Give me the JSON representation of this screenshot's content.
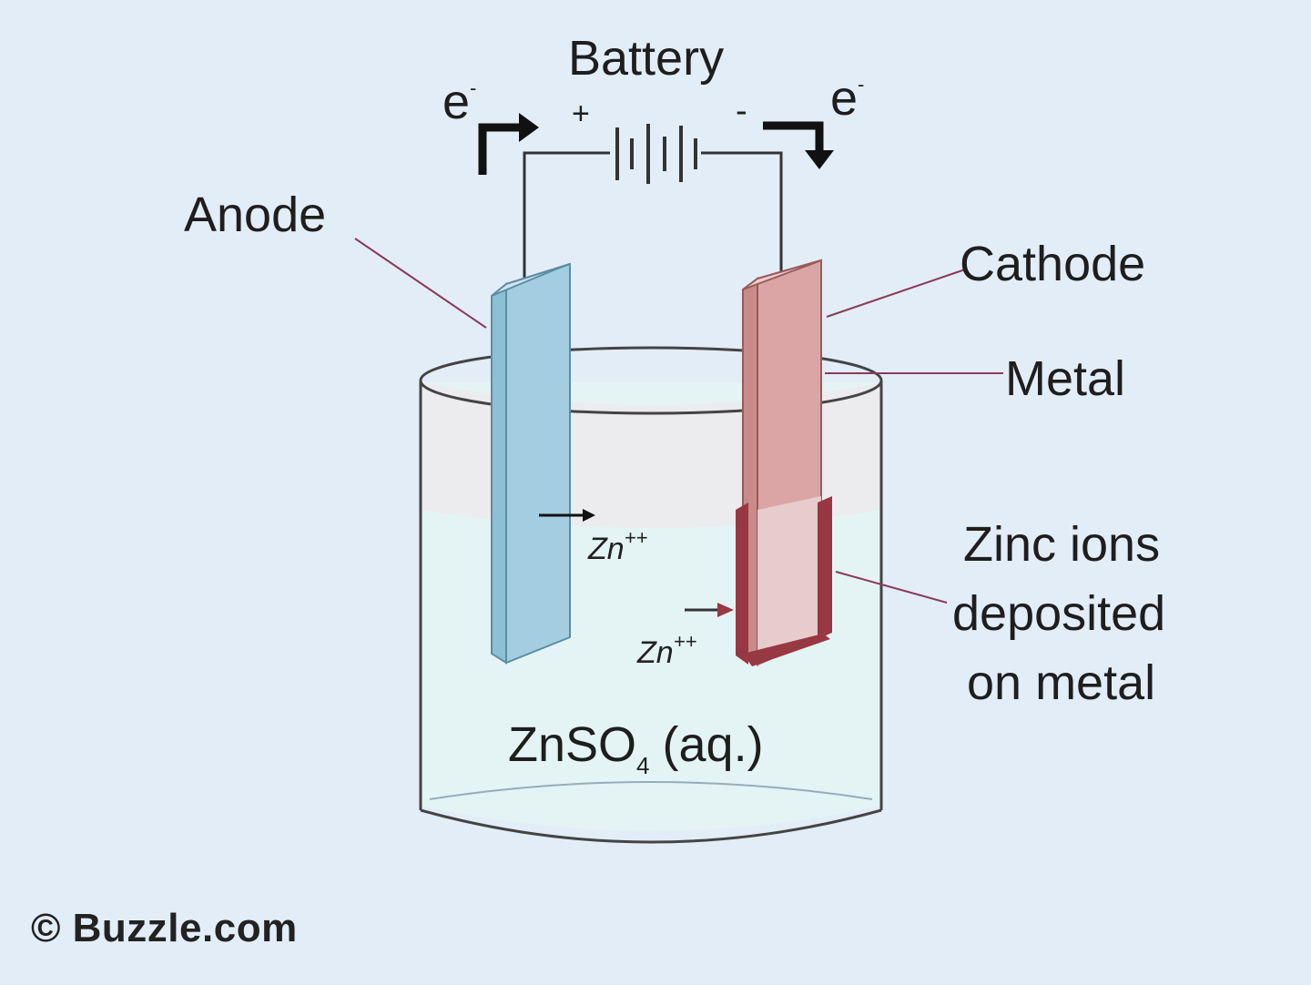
{
  "labels": {
    "battery": "Battery",
    "electron": "e",
    "electron_sup": "-",
    "plus": "+",
    "minus": "-",
    "anode": "Anode",
    "cathode": "Cathode",
    "metal": "Metal",
    "zinc_ions_line1": "Zinc ions",
    "zinc_ions_line2": "deposited",
    "zinc_ions_line3": "on metal",
    "ion_symbol": "Zn",
    "ion_charge": "++",
    "solution_main": "ZnSO",
    "solution_sub": "4",
    "solution_state": "(aq.)"
  },
  "credit": {
    "symbol": "©",
    "text": "Buzzle.com"
  },
  "colors": {
    "background": "#e3edf8",
    "anode": "#9cc8dc",
    "cathode": "#d9a0a0",
    "deposit": "#9a3a44",
    "solution": "#dff1f1",
    "wire": "#333333"
  }
}
